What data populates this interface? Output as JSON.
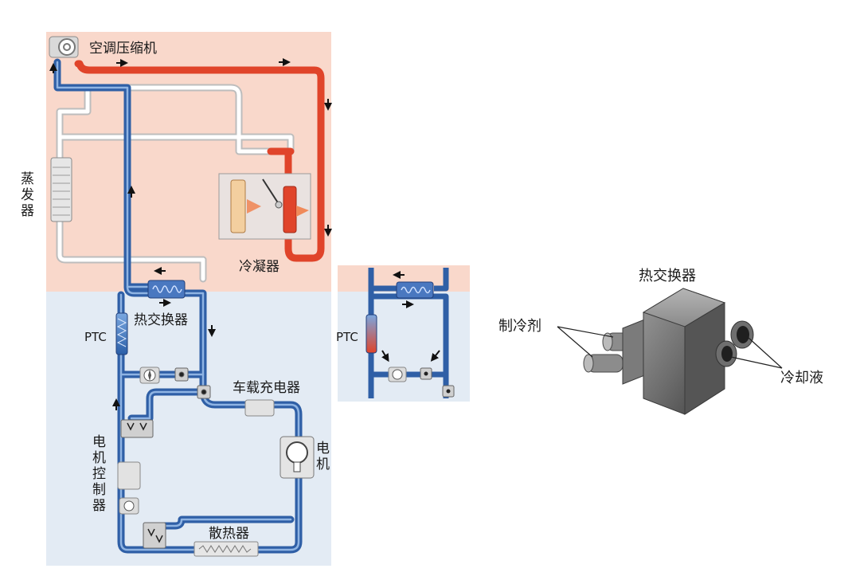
{
  "diagram": {
    "compressor_label": "空调压缩机",
    "evaporator_label": "蒸发器",
    "condenser_label": "冷凝器",
    "heat_exchanger_label": "热交换器",
    "ptc_label": "PTC",
    "charger_label": "车载充电器",
    "motor_label": "电机",
    "motor_controller_label": "电机控制器",
    "radiator_label": "散热器"
  },
  "inset": {
    "ptc_label": "PTC"
  },
  "component_view": {
    "title": "热交换器",
    "refrigerant_label": "制冷剂",
    "coolant_label": "冷却液"
  },
  "colors": {
    "refrigerant_zone": "#f9d8cb",
    "coolant_zone": "#e3ebf4",
    "hot_pipe": "#e0442a",
    "cool_pipe": "#2f5fa6",
    "neutral_pipe": "#cfcfcf"
  }
}
